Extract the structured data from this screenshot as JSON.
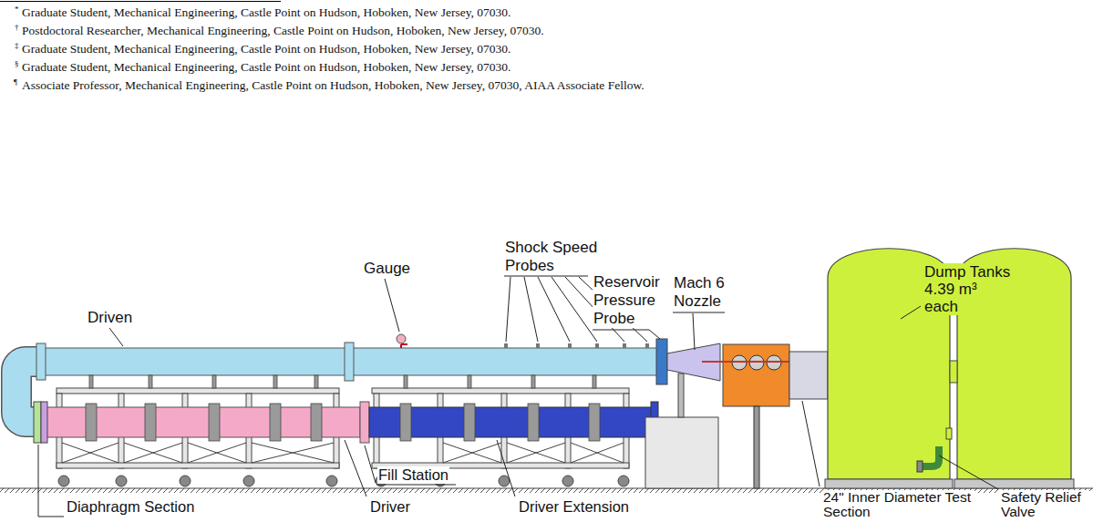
{
  "diagram": {
    "labels": [
      "*",
      "Graduate Student, Mechanical Engineering, Castle Point on Hudson, Hoboken, New Jersey, 07030.",
      "†",
      "Postdoctoral Researcher, Mechanical Engineering, Castle Point on Hudson, Hoboken, New Jersey, 07030.",
      "‡",
      "Graduate Student, Mechanical Engineering, Castle Point on Hudson, Hoboken, New Jersey, 07030.",
      "§",
      "Graduate Student, Mechanical Engineering, Castle Point on Hudson, Hoboken, New Jersey, 07030.",
      "¶",
      "Associate Professor, Mechanical Engineering, Castle Point on Hudson, Hoboken, New Jersey, 07030, AIAA Associate Fellow.",
      "Shock Speed Probes",
      "Dump Tanks",
      "4.39 m³",
      "each",
      "Gauge",
      "Reservoir Pressure Probe",
      "Mach 6 Nozzle",
      "Driven",
      "Fill Station",
      "Diaphragm Section",
      "Driver",
      "Driver Extension",
      "24\" Inner Diameter Test Section",
      "Safety Relief Valve"
    ]
  }
}
